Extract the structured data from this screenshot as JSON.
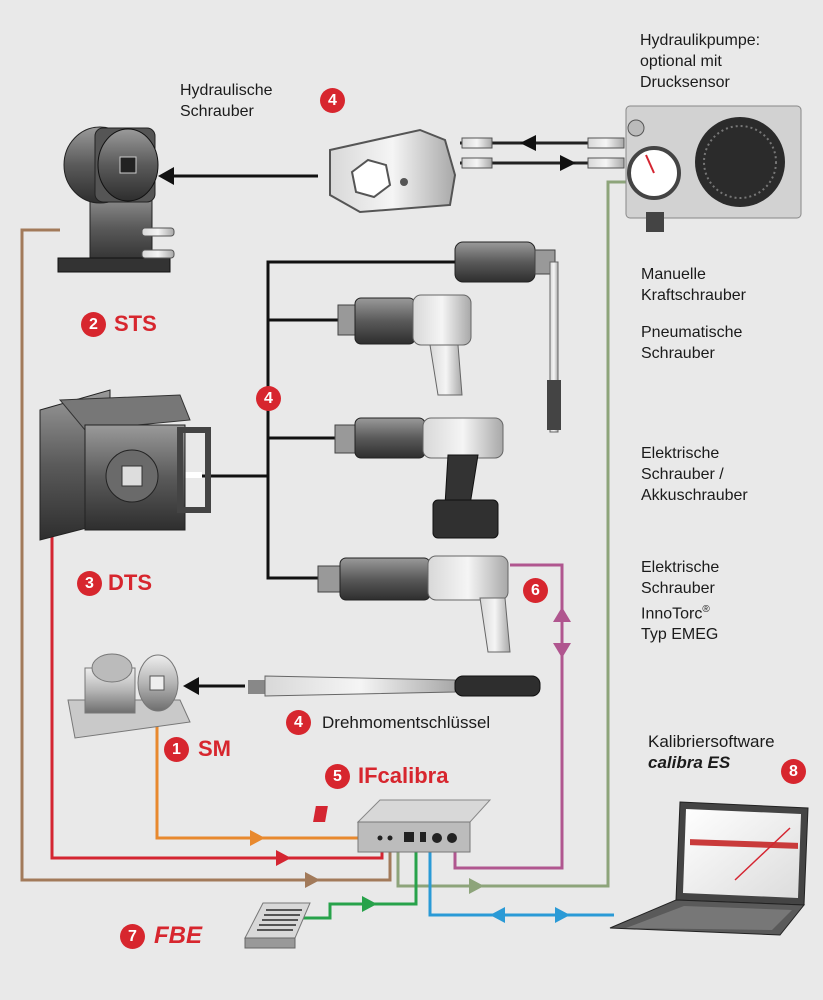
{
  "labels": {
    "hydraulikpumpe": [
      "Hydraulikpumpe:",
      "optional mit",
      "Drucksensor"
    ],
    "hydraulische": [
      "Hydraulische",
      "Schrauber"
    ],
    "manuelle": [
      "Manuelle",
      "Kraftschrauber"
    ],
    "pneumatische": [
      "Pneumatische",
      "Schrauber"
    ],
    "elektrische": [
      "Elektrische",
      "Schrauber /",
      "Akkuschrauber"
    ],
    "innotorc": [
      "Elektrische",
      "Schrauber",
      "InnoTorc",
      "®",
      "Typ EMEG"
    ],
    "drehmoment": "Drehmomentschlüssel",
    "kalibrier": [
      "Kalibriersoftware",
      "calibra ES"
    ]
  },
  "devices": {
    "sts": {
      "num": "2",
      "label": "STS"
    },
    "dts": {
      "num": "3",
      "label": "DTS"
    },
    "sm": {
      "num": "1",
      "label": "SM"
    },
    "ifcalibra": {
      "num": "5",
      "label": "IFcalibra"
    },
    "fbe": {
      "num": "7",
      "label": "FBE"
    },
    "software": {
      "num": "8"
    },
    "eme_num": "6",
    "hydraulic_num": "4",
    "tools_num": "4",
    "wrench_num": "4"
  },
  "colors": {
    "accent_red": "#d7262e",
    "orange": "#e8892e",
    "brown": "#a27a5a",
    "red_line": "#d42531",
    "magenta": "#b0568f",
    "green": "#27a24a",
    "olive": "#8da47a",
    "blue": "#2a9ad6"
  }
}
